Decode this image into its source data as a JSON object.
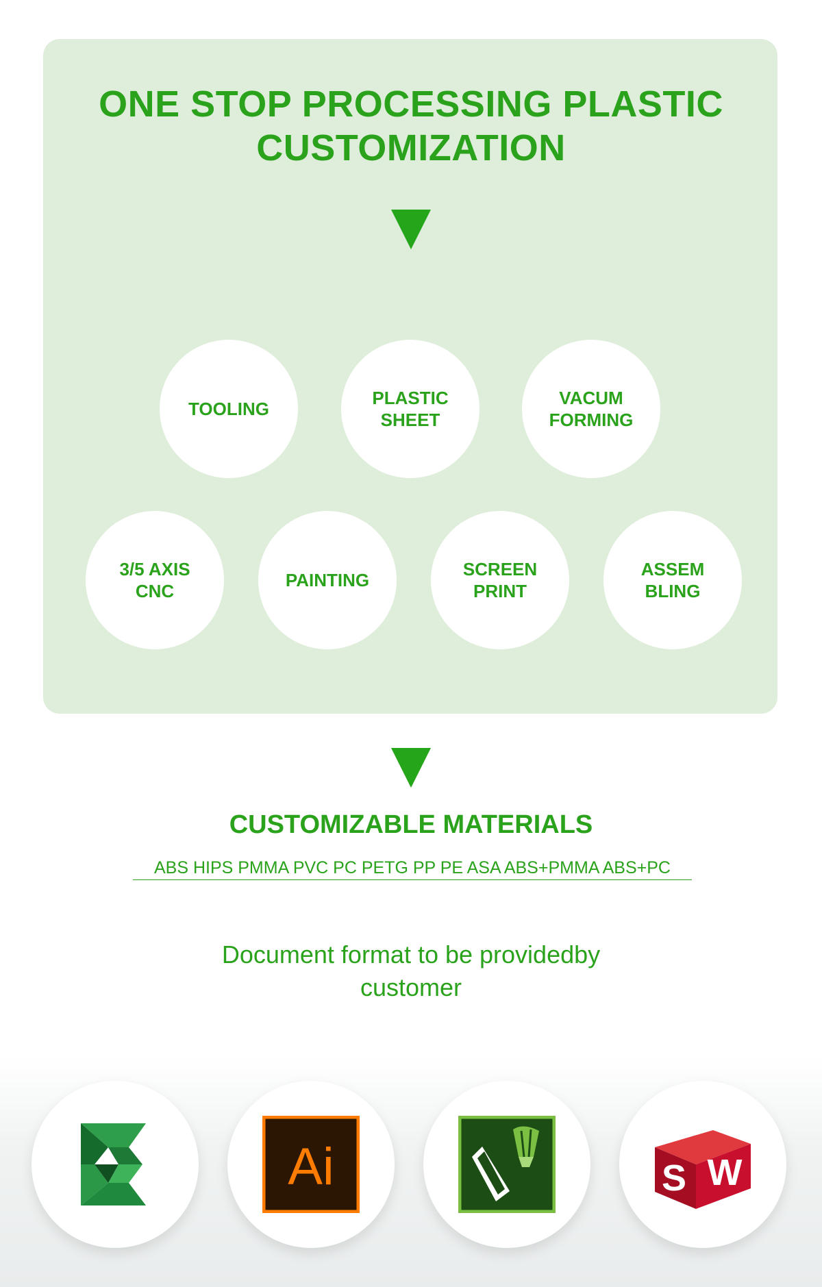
{
  "header": {
    "title_line1": "ONE STOP PROCESSING PLASTIC",
    "title_line2": "CUSTOMIZATION"
  },
  "services": [
    "TOOLING",
    "PLASTIC\nSHEET",
    "VACUM\nFORMING",
    "3/5 AXIS\nCNC",
    "PAINTING",
    "SCREEN\nPRINT",
    "ASSEM\nBLING"
  ],
  "materials": {
    "title": "CUSTOMIZABLE MATERIALS",
    "list": "ABS HIPS PMMA PVC PC PETG PP PE ASA ABS+PMMA ABS+PC"
  },
  "document": {
    "text": "Document format to be providedby\ncustomer"
  },
  "software_icons": [
    {
      "icon": "3ds-max-icon",
      "color": "#1f8a3e"
    },
    {
      "icon": "adobe-illustrator-icon",
      "label": "Ai",
      "bg": "#2b1603",
      "fg": "#ff7c00"
    },
    {
      "icon": "coreldraw-icon",
      "bg": "#1c4d15",
      "fg": "#7cc043"
    },
    {
      "icon": "solidworks-icon",
      "label": "SW",
      "color": "#c8102e"
    }
  ],
  "colors": {
    "accent": "#2aa21b",
    "panel": "#dfeedb"
  }
}
